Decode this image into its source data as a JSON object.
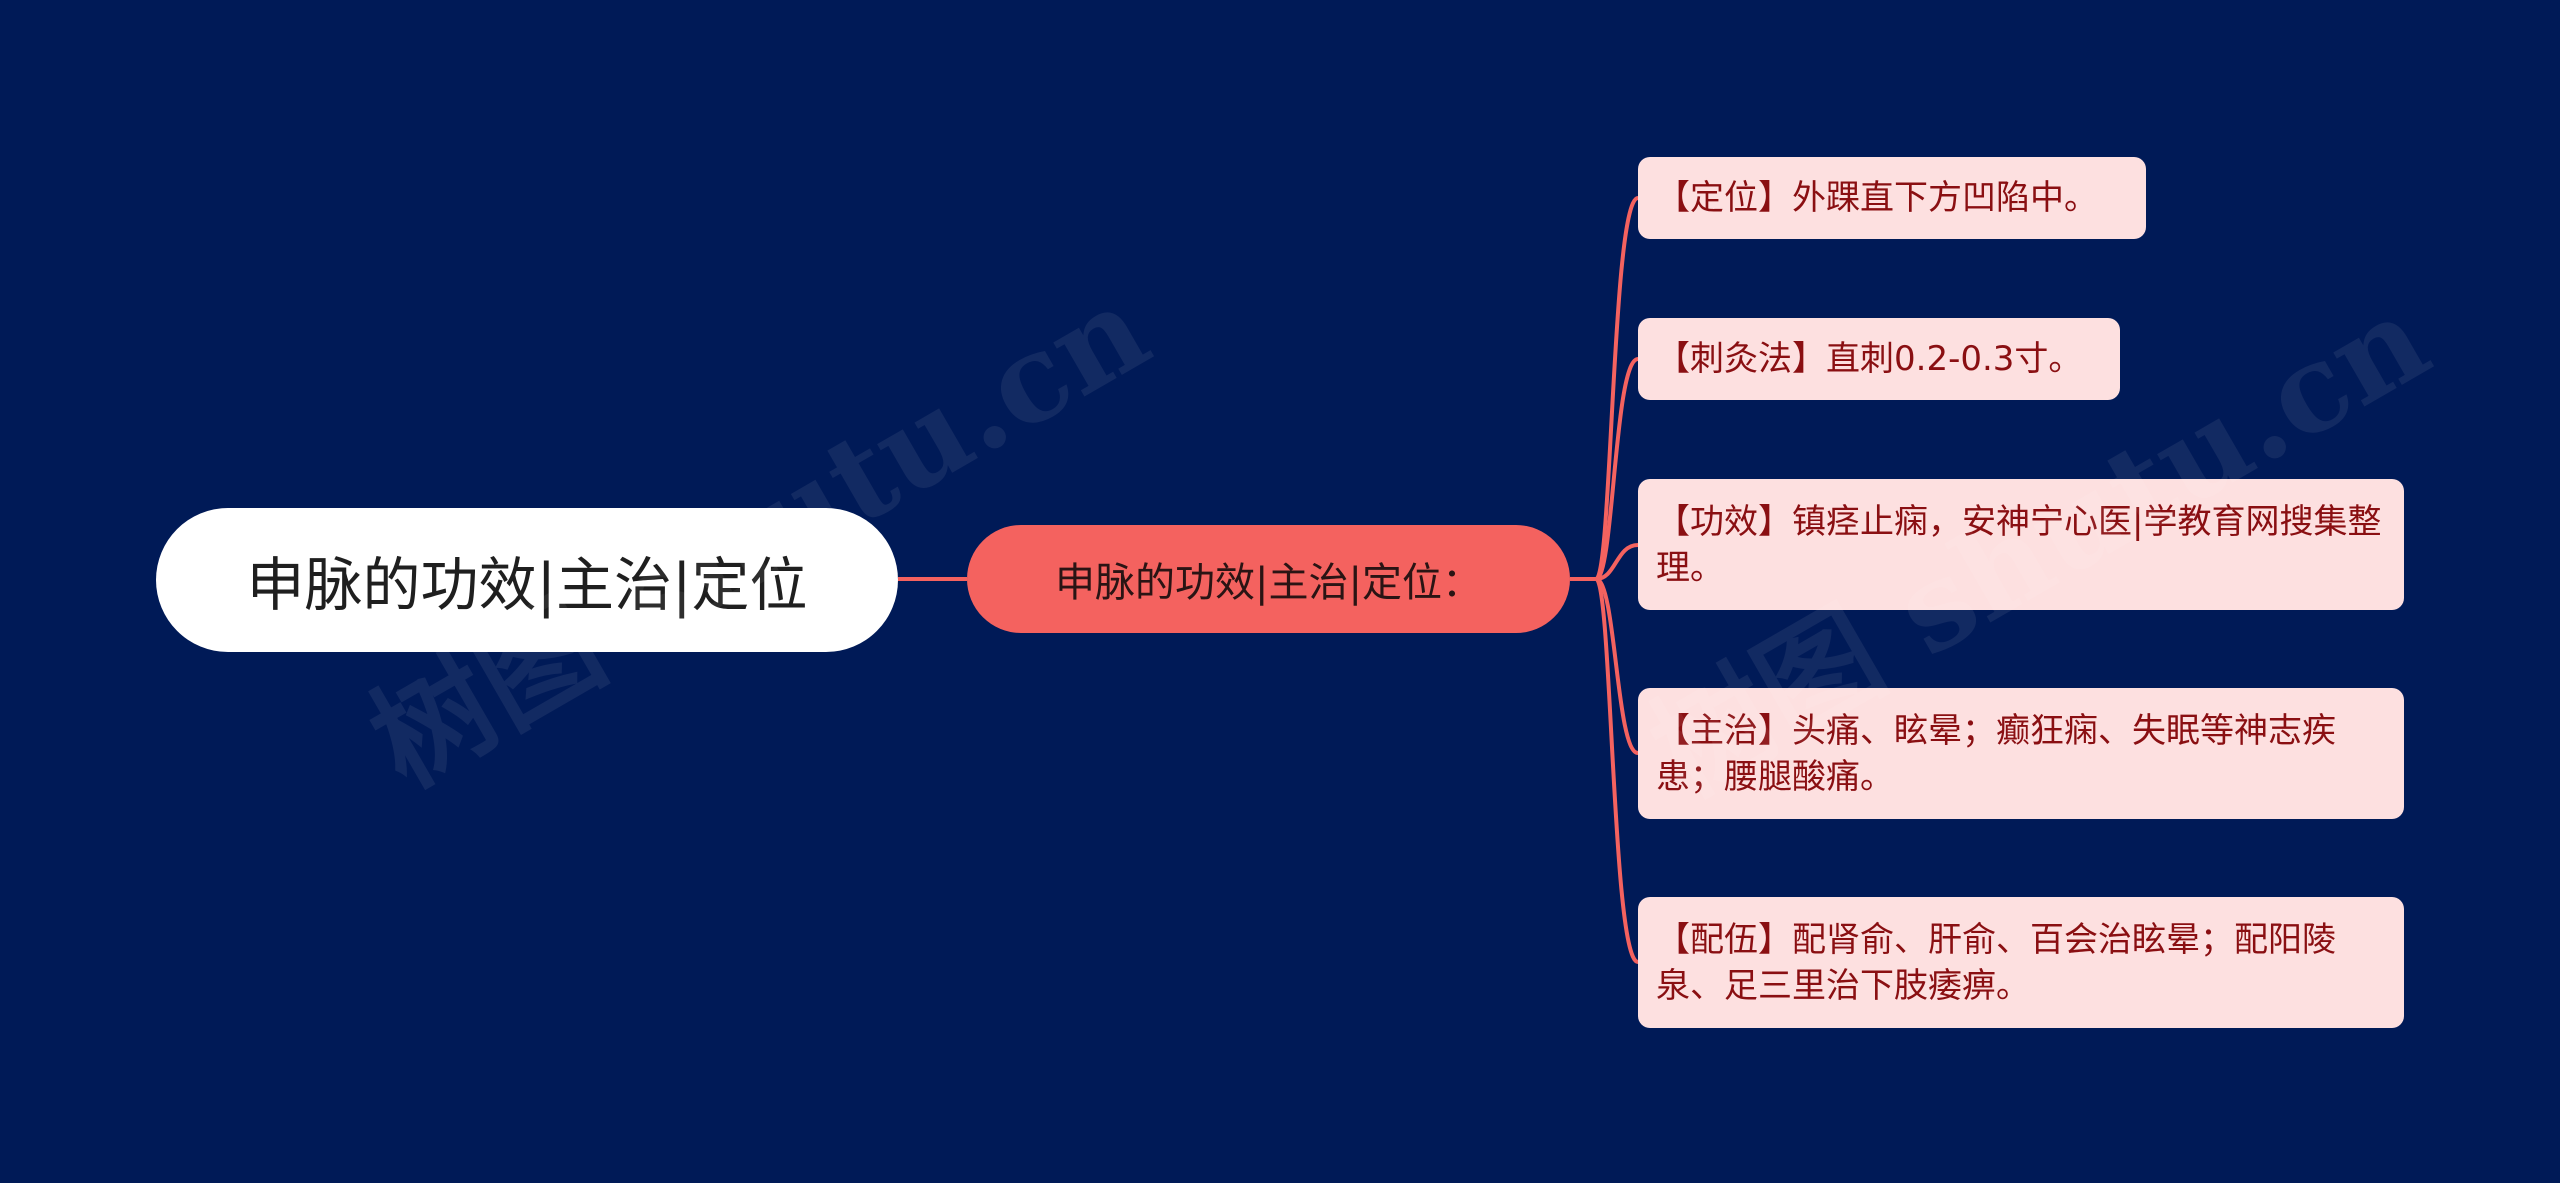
{
  "mindmap": {
    "root": "申脉的功效|主治|定位",
    "branch": "申脉的功效|主治|定位：",
    "leaves": [
      "【定位】外踝直下方凹陷中。",
      "【刺灸法】直刺0.2-0.3寸。",
      "【功效】镇痉止痫，安神宁心医|学教育网搜集整理。",
      "【主治】头痛、眩晕；癫狂痫、失眠等神志疾患；腰腿酸痛。",
      "【配伍】配肾俞、肝俞、百会治眩晕；配阳陵泉、足三里治下肢痿痹。"
    ]
  },
  "watermark": "树图 shutu.cn",
  "colors": {
    "background": "#001a57",
    "root_fill": "#ffffff",
    "branch_fill": "#f4625f",
    "leaf_fill": "#fde0e0",
    "leaf_text": "#8a0f12",
    "connector": "#f4625f"
  }
}
